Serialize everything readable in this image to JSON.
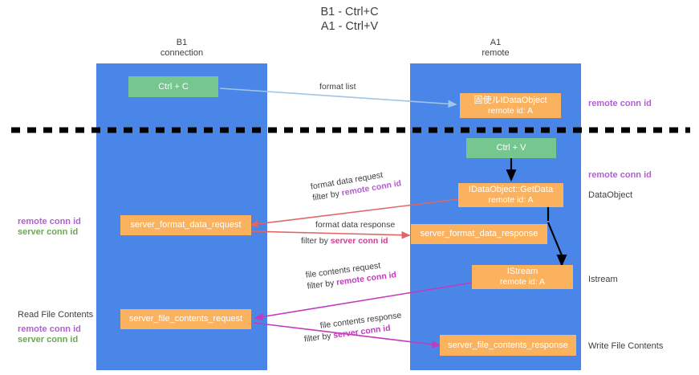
{
  "title": {
    "line1": "B1 - Ctrl+C",
    "line2": "A1 - Ctrl+V"
  },
  "columns": [
    {
      "name": "B1",
      "subtitle": "connection"
    },
    {
      "name": "A1",
      "subtitle": "remote"
    }
  ],
  "colors": {
    "lane": "#4a86e8",
    "green_box": "#76c68f",
    "orange_box": "#fbb25f",
    "remote_conn_id": "#b05fd0",
    "server_conn_id": "#6aa84f",
    "format_list_arrow": "#9fc5e8",
    "format_data_arrow": "#e06666",
    "file_contents_arrow": "#c13bbd",
    "black_arrow": "#000000",
    "divider": "#000000"
  },
  "boxes": {
    "ctrl_c": {
      "label": "Ctrl + C"
    },
    "idataobject": {
      "label": "固使ルIDataObject",
      "sub": "remote id: A"
    },
    "ctrl_v": {
      "label": "Ctrl + V"
    },
    "getdata": {
      "label": "IDataObject::GetData",
      "sub": "remote id: A"
    },
    "server_format_data_request": {
      "label": "server_format_data_request"
    },
    "server_format_data_response": {
      "label": "server_format_data_response"
    },
    "istream": {
      "label": "IStream",
      "sub": "remote id: A"
    },
    "server_file_contents_request": {
      "label": "server_file_contents_request"
    },
    "server_file_contents_response": {
      "label": "server_file_contents_response"
    }
  },
  "edges": {
    "format_list": {
      "label": "format list"
    },
    "format_data_request": {
      "label": "format data request",
      "filter_prefix": "filter by ",
      "filter_key": "remote conn id"
    },
    "format_data_response": {
      "label": "format data response",
      "filter_prefix": "filter by ",
      "filter_key": "server conn id"
    },
    "file_contents_request": {
      "label": "file contents request",
      "filter_prefix": "filter by ",
      "filter_key": "remote conn id"
    },
    "file_contents_response": {
      "label": "file contents response",
      "filter_prefix": "filter by ",
      "filter_key": "server conn id"
    }
  },
  "annotations": {
    "right_remote_conn_id_top": "remote conn id",
    "right_remote_conn_id_mid": "remote conn id",
    "right_dataobject": "DataObject",
    "right_istream": "Istream",
    "right_write_file_contents": "Write File Contents",
    "left_remote_conn_id_mid": "remote conn id",
    "left_server_conn_id_mid": "server conn id",
    "left_read_file_contents": "Read File Contents",
    "left_remote_conn_id_bottom": "remote conn id",
    "left_server_conn_id_bottom": "server conn id"
  }
}
